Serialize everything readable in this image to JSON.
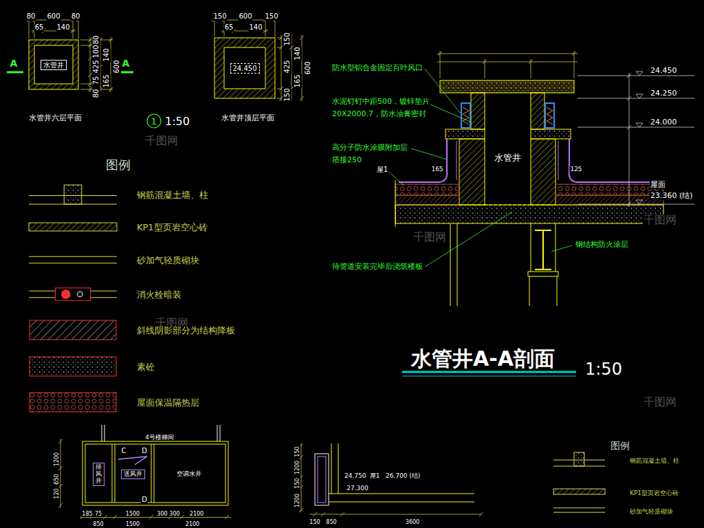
{
  "diagram": {
    "title": "水管井A-A剖面",
    "nodes": [
      {
        "text": [
          "水管井"
        ]
      },
      {
        "text": [
          "24.450"
        ]
      },
      {
        "text": [
          "水管井"
        ]
      },
      {
        "text": [
          "排风井"
        ]
      },
      {
        "text": [
          "送风井"
        ]
      },
      {
        "text": [
          "空调水井"
        ]
      }
    ],
    "labels": [
      "80",
      "600",
      "80",
      "65",
      "140",
      "A",
      "A",
      "80",
      "100",
      "425",
      "75",
      "80",
      "140",
      "165",
      "600",
      "水管井六层平面",
      "150",
      "600",
      "150",
      "65",
      "140",
      "150",
      "425",
      "150",
      "140",
      "165",
      "600",
      "水管井顶层平面",
      "1",
      "1:50",
      "图例",
      "防水型铝合金固定百叶风口",
      "水泥钉钉中距500，镀锌垫片",
      "20X2000.7，防水油膏密封",
      "高分子防水涂膜附加层",
      "搭接250",
      "屋1",
      "165",
      "125",
      "待管道安装完毕后浇筑楼板",
      "钢结构防火涂层",
      "24.450",
      "24.250",
      "24.000",
      "屋面",
      "23.360 (结)",
      "1:50",
      "4号楼梯间",
      "C",
      "D",
      "D",
      "1200",
      "650",
      "120",
      "185",
      "75",
      "1500",
      "300",
      "300",
      "2100",
      "850",
      "1500",
      "2100",
      "24.750",
      "屋1",
      "26.700 (结)",
      "27.300",
      "150",
      "1200",
      "150",
      "1200",
      "150",
      "850",
      "3600",
      "图例",
      "千图网",
      "千图网",
      "千图网",
      "千图网",
      "千图网"
    ],
    "legend": [
      {
        "text": "钢筋混凝土墙、柱"
      },
      {
        "text": "KP1型页岩空心砖"
      },
      {
        "text": "砂加气轻质砌块"
      },
      {
        "text": "消火栓暗装"
      },
      {
        "text": "斜线阴影部分为结构降板"
      },
      {
        "text": "素砼"
      },
      {
        "text": "屋面保温隔热层"
      },
      {
        "text": "钢筋混凝土墙、柱"
      },
      {
        "text": "KP1型页岩空心砖"
      },
      {
        "text": "砂加气轻质砌块"
      }
    ]
  }
}
